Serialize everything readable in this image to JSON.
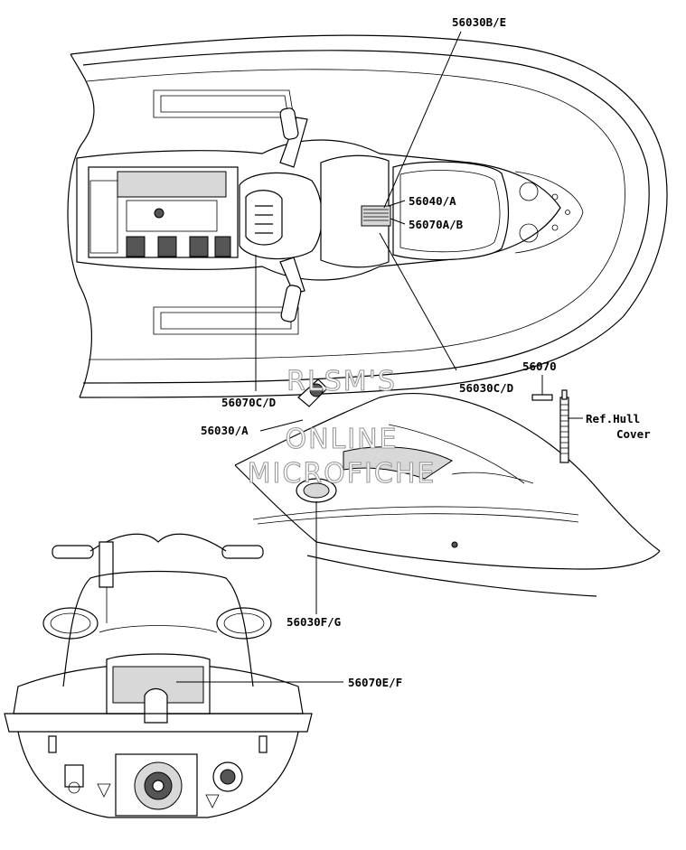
{
  "labels": {
    "p56030BE": "56030B/E",
    "p56040A": "56040/A",
    "p56070AB": "56070A/B",
    "p56030CD": "56030C/D",
    "p56070": "56070",
    "refHull1": "Ref.Hull",
    "refHull2": "Cover",
    "p56070CD": "56070C/D",
    "p56030A": "56030/A",
    "p56030FG": "56030F/G",
    "p56070EF": "56070E/F"
  },
  "watermark": {
    "line1": "RLSM'S",
    "line2": "ONLINE",
    "line3": "MICROFICHE"
  }
}
